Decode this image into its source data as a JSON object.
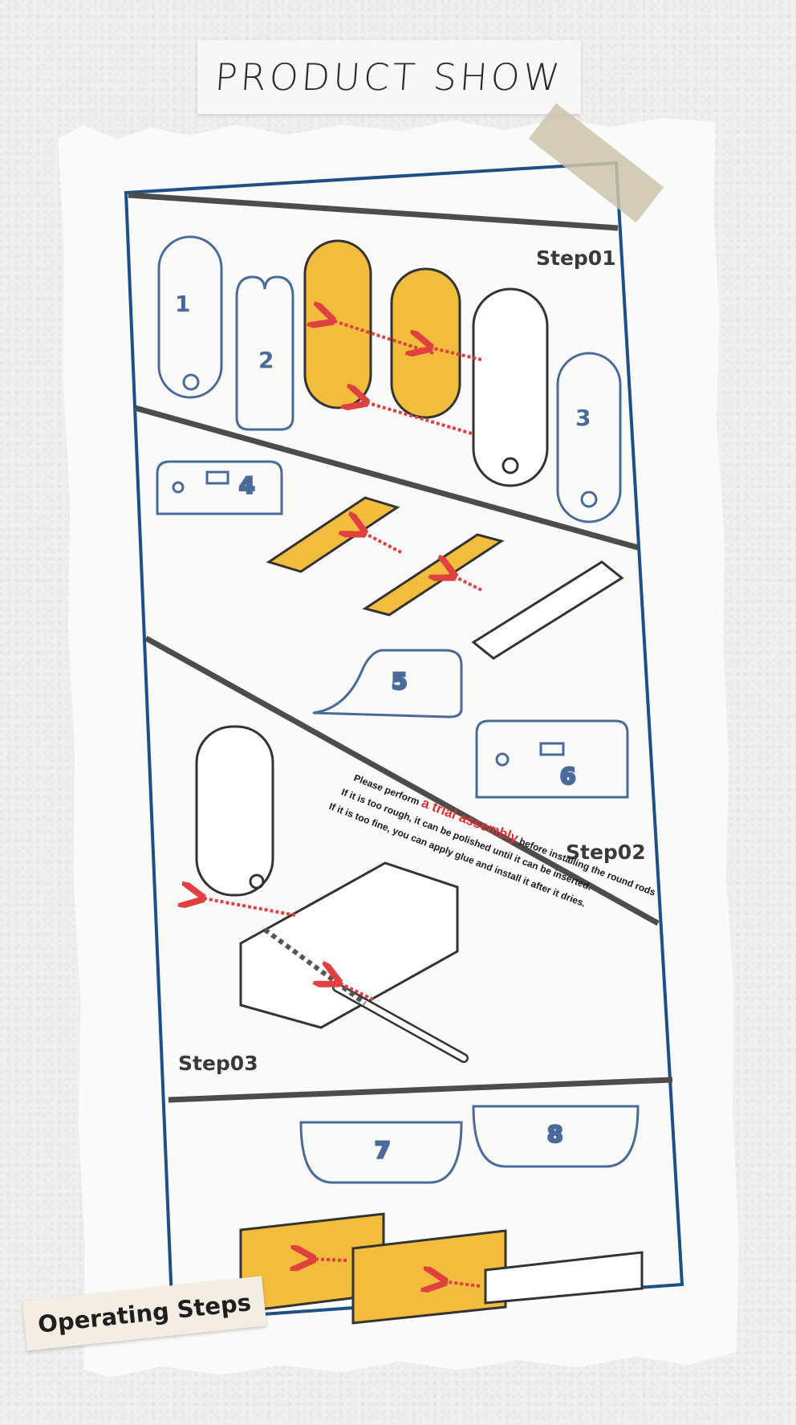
{
  "header": {
    "title": "PRODUCT   SHOW"
  },
  "steps": {
    "step1": "Step01",
    "step2": "Step02",
    "step3": "Step03"
  },
  "parts": [
    "1",
    "2",
    "3",
    "4",
    "5",
    "6",
    "7",
    "8"
  ],
  "note": {
    "line1_prefix": "Please perform ",
    "line1_highlight": "a trial assembly",
    "line1_suffix": " before installing the round rods",
    "line2": "If it is too rough, it can be polished until it can be inserted.",
    "line3": "If it is too fine, you can apply glue and install it after it dries."
  },
  "footer_tag": {
    "label": "Operating Steps"
  },
  "colors": {
    "part_outline": "#4a6a9c",
    "fill": "#f2bd3d",
    "arrow": "#e04040",
    "frame": "#1f4f87"
  }
}
